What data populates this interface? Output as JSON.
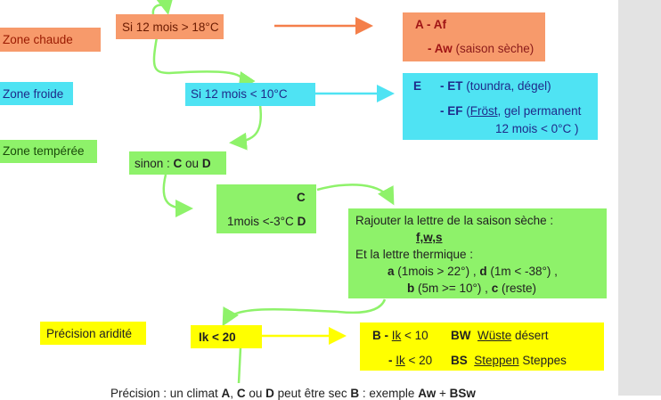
{
  "zones": {
    "hot": "Zone chaude",
    "cold": "Zone froide",
    "temperate": "Zone tempérée"
  },
  "conditions": {
    "hot": "Si 12 mois > 18°C",
    "cold": "Si 12 mois < 10°C",
    "else_prefix": "sinon : ",
    "else_c": "C",
    "else_ou": " ou ",
    "else_d": "D"
  },
  "result_a": {
    "line1": "A  - Af",
    "line2_code": "- Aw",
    "line2_note": " (saison sèche)"
  },
  "result_e": {
    "letter": "E",
    "et_dash": "- ",
    "et_code": "ET",
    "et_note": " (toundra, dégel)",
    "ef_dash": "- ",
    "ef_code": "EF",
    "ef_note_open": " (",
    "ef_word": "Fröst",
    "ef_note_rest": ", gel permanent",
    "ef_line2": "12 mois < 0°C )"
  },
  "cd_box": {
    "c": "C",
    "d_prefix": "1mois <-3°C ",
    "d": "D"
  },
  "season_box": {
    "line1": "Rajouter la lettre de la saison sèche  :",
    "letters": "f,w,s",
    "line3": "Et la lettre thermique :",
    "line4_a": "a",
    "line4_a_note": " (1mois > 22°)  , ",
    "line4_d": "d",
    "line4_d_note": " (1m < -38°) ,",
    "line5_b": "b",
    "line5_b_note": " (5m >= 10°)  , ",
    "line5_c": "c",
    "line5_c_note": " (reste)"
  },
  "aridity": {
    "label": "Précision aridité",
    "ik": "Ik < 20"
  },
  "result_b": {
    "row1_letter": "B",
    "row1_dash": "  - ",
    "row1_ik": "Ik",
    "row1_cond": " < 10",
    "row1_code": "BW",
    "row1_word": "Wüste",
    "row1_fr": " désert",
    "row2_dash": "- ",
    "row2_ik": "Ik",
    "row2_cond": " < 20",
    "row2_code": "BS",
    "row2_word": "Steppen",
    "row2_fr": " Steppes"
  },
  "footer": {
    "p1": "Précision : un climat ",
    "a": "A",
    "p2": ", ",
    "c": "C",
    "p3": " ou ",
    "d": "D",
    "p4": " peut être sec ",
    "b": "B",
    "p5": " : exemple ",
    "aw": "Aw",
    "p6": " + ",
    "bsw": "BSw"
  },
  "colors": {
    "orange": "#f79a6b",
    "cyan": "#4fe3f3",
    "green": "#8ef26a",
    "yellow": "#ffff00",
    "arrow_orange": "#f47f4a",
    "arrow_cyan": "#4fe3f3",
    "arrow_green": "#8ef26a",
    "arrow_yellow": "#ffff00"
  }
}
